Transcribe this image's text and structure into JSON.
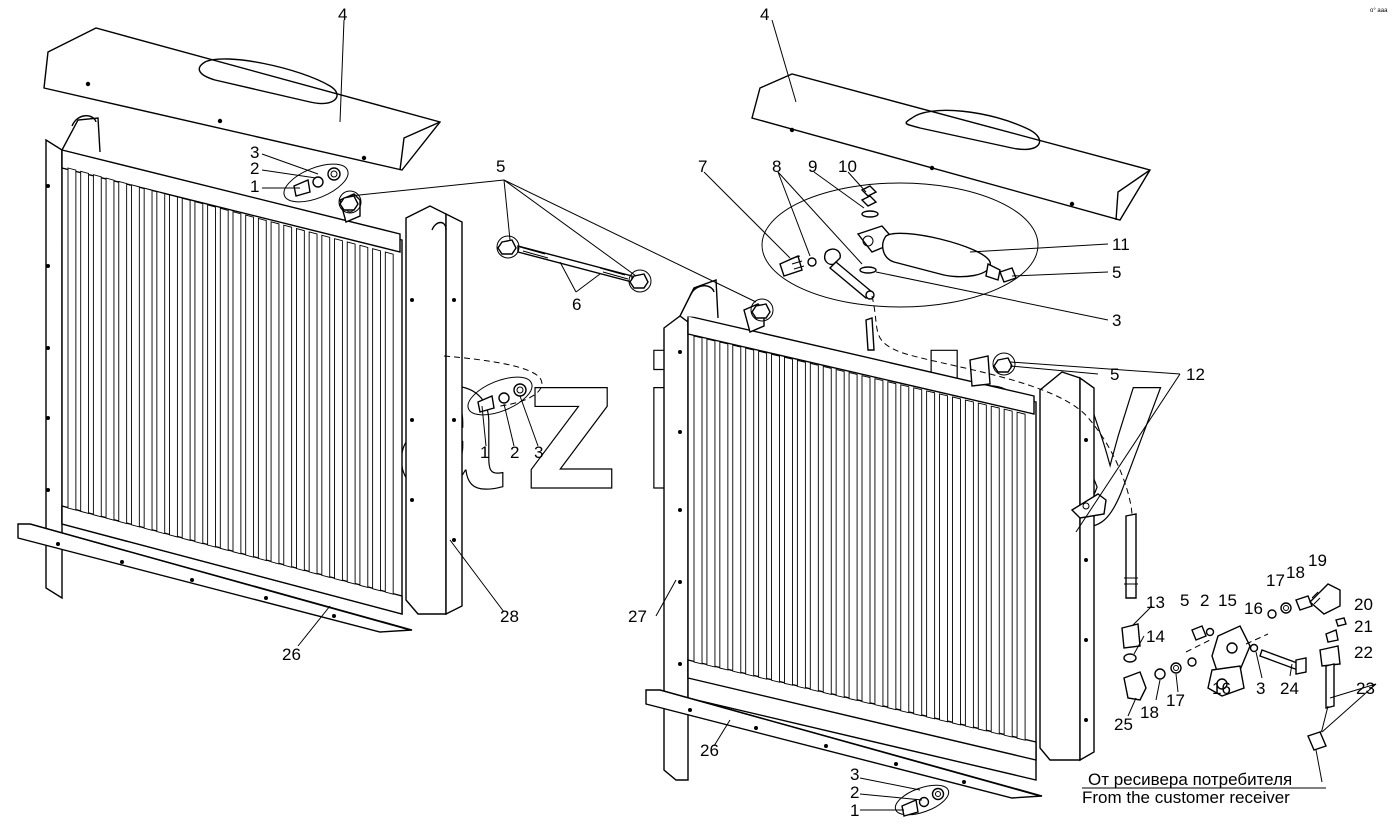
{
  "watermark": "mazik.by",
  "corner_mark": "o° aaa",
  "callouts_left": {
    "c4": "4",
    "c3a": "3",
    "c2a": "2",
    "c1a": "1",
    "c1b": "1",
    "c2b": "2",
    "c3b": "3",
    "c5": "5",
    "c6": "6",
    "c26": "26",
    "c28": "28"
  },
  "callouts_right": {
    "c4": "4",
    "c7": "7",
    "c8": "8",
    "c9": "9",
    "c10": "10",
    "c11": "11",
    "c5a": "5",
    "c3a": "3",
    "c12": "12",
    "c5b": "5",
    "c27": "27",
    "c26": "26",
    "c3b": "3",
    "c2b": "2",
    "c1b": "1"
  },
  "callouts_fittings": {
    "c13": "13",
    "c14": "14",
    "c5": "5",
    "c2": "2",
    "c15": "15",
    "c16a": "16",
    "c17a": "17",
    "c18a": "18",
    "c19": "19",
    "c20": "20",
    "c21": "21",
    "c22": "22",
    "c23": "23",
    "c24": "24",
    "c3": "3",
    "c16b": "16",
    "c17b": "17",
    "c18b": "18",
    "c25": "25"
  },
  "caption": {
    "line_ru": "От ресивера потребителя",
    "line_en": "From the customer receiver"
  }
}
